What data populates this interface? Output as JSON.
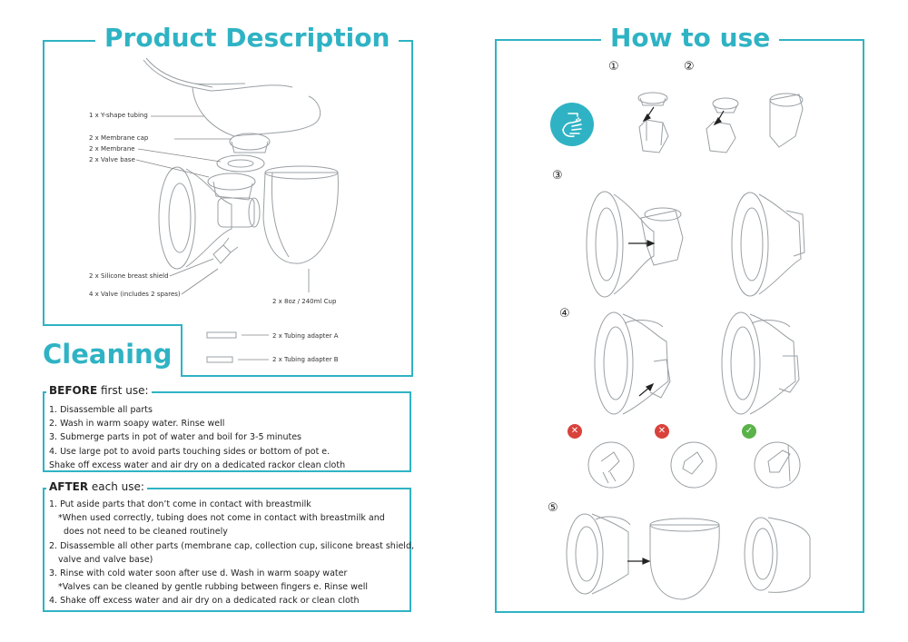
{
  "left": {
    "product_title": "Product Description",
    "parts": [
      "1 x Y-shape tubing",
      "2 x Membrane cap",
      "2 x Membrane",
      "2 x Valve base",
      "2 x Silicone breast shield",
      "4 x Valve (includes 2 spares)",
      "2 x 8oz / 240ml Cup",
      "2 x Tubing adapter A",
      "2 x Tubing adapter B"
    ],
    "cleaning_title": "Cleaning",
    "before": {
      "title_bold": "BEFORE",
      "title_rest": " first use:",
      "lines": [
        "1. Disassemble all parts",
        "2. Wash in warm soapy water. Rinse well",
        "3. Submerge parts in pot of water and boil for 3-5 minutes",
        "4. Use large pot to avoid parts touching sides or bottom of pot e.",
        "Shake off excess water and air dry on a dedicated rackor clean cloth"
      ]
    },
    "after": {
      "title_bold": "AFTER",
      "title_rest": " each use:",
      "lines": [
        "1. Put aside parts that don’t come in contact with breastmilk",
        "*When used correctly, tubing does not come in contact with breastmilk and",
        "does not need to be cleaned routinely",
        "2. Disassemble all other parts (membrane cap, collection cup, silicone breast shield,",
        "valve and valve base)",
        "3. Rinse with cold water soon after use d. Wash in warm soapy water",
        "*Valves can be cleaned by gentle rubbing between fingers e. Rinse well",
        "4. Shake off excess water and air dry on a dedicated rack or clean cloth"
      ]
    }
  },
  "right": {
    "howto_title": "How to use",
    "steps": [
      "①",
      "②",
      "③",
      "④",
      "⑤"
    ],
    "wrong_symbol": "✕",
    "right_symbol": "✓"
  },
  "colors": {
    "accent": "#2fb3c4",
    "wrong": "#d9423b",
    "right": "#5ab34a"
  }
}
